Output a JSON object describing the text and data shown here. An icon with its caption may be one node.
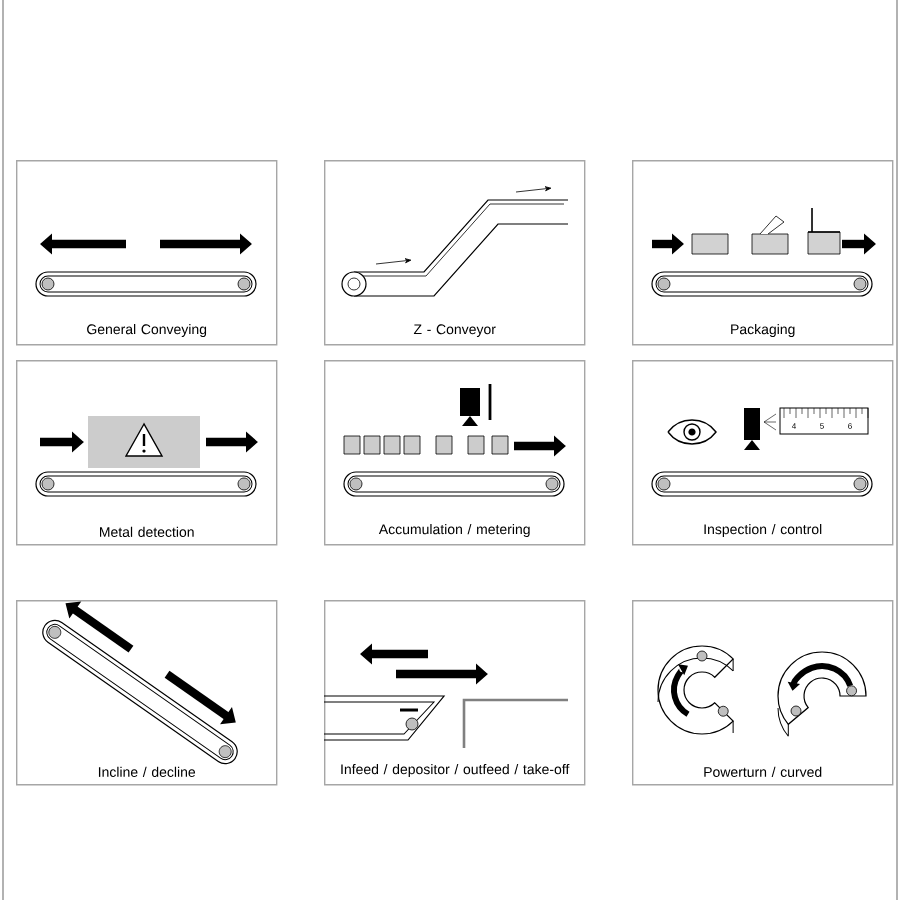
{
  "diagram": {
    "nodes": [
      {
        "text": [
          "General Conveying"
        ]
      },
      {
        "text": [
          "Z - Conveyor"
        ]
      },
      {
        "text": [
          "Packaging"
        ]
      },
      {
        "text": [
          "Metal detection"
        ]
      },
      {
        "text": [
          "Accumulation / metering"
        ]
      },
      {
        "text": [
          "Inspection / control"
        ]
      },
      {
        "text": [
          "Incline / decline"
        ]
      },
      {
        "text": [
          "Infeed / depositor / outfeed / take-off"
        ]
      },
      {
        "text": [
          "Powerturn / curved"
        ]
      }
    ],
    "labels": [
      "4",
      "5",
      "6"
    ]
  }
}
